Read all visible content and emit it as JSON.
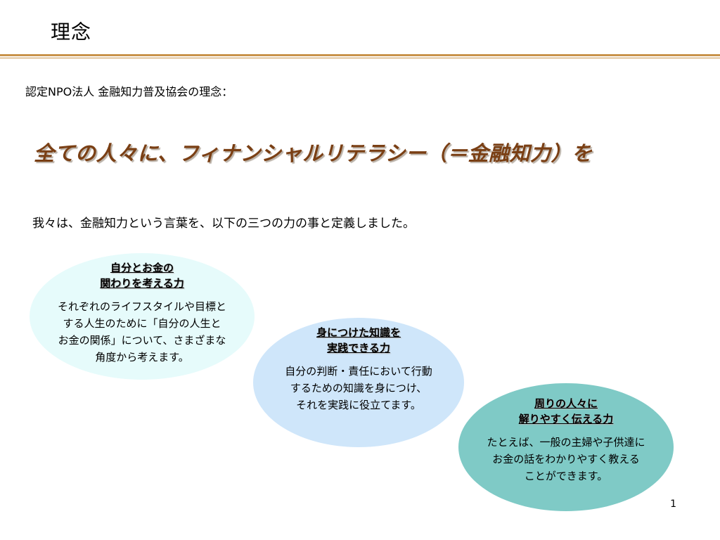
{
  "slide": {
    "title": "理念",
    "subtitle": "認定NPO法人 金融知力普及協会の理念：",
    "slogan": "全ての人々に、フィナンシャルリテラシー（＝金融知力）を",
    "definition": "我々は、金融知力という言葉を、以下の三つの力の事と定義しました。",
    "page_number": "1",
    "accent_color": "#c8934a",
    "slogan_color": "#7a3f14"
  },
  "powers": [
    {
      "heading_lines": [
        "自分とお金の",
        "関わりを考える力"
      ],
      "body_lines": [
        "それぞれのライフスタイルや目標と",
        "する人生のために「自分の人生と",
        "お金の関係」について、さまざまな",
        "角度から考えます。"
      ],
      "color": "#e6fbfb"
    },
    {
      "heading_lines": [
        "身につけた知識を",
        "実践できる力"
      ],
      "body_lines": [
        "自分の判断・責任において行動",
        "するための知識を身につけ、",
        "それを実践に役立てます。"
      ],
      "color": "#cfe6fa"
    },
    {
      "heading_lines": [
        "周りの人々に",
        "解りやすく伝える力"
      ],
      "body_lines": [
        "たとえば、一般の主婦や子供達に",
        "お金の話をわかりやすく教える",
        "ことができます。"
      ],
      "color": "#7fcac6"
    }
  ]
}
